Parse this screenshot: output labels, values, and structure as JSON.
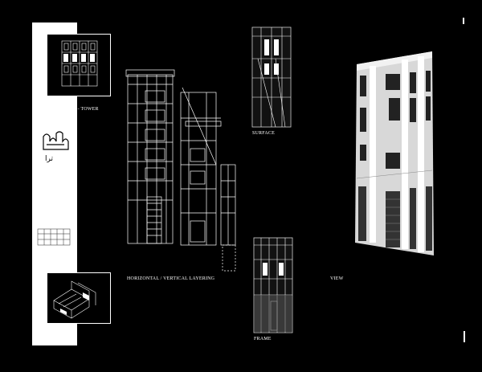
{
  "sidebar": {
    "bay_study_label": "BAY STUDY - TOWER",
    "glyph_text": "ﺗﺮﺍ"
  },
  "panels": {
    "layering_label": "HORIZONTAL / VERTICAL LAYERING",
    "surface_label": "SURFACE",
    "frame_label": "FRAME",
    "view_label": "VIEW"
  }
}
